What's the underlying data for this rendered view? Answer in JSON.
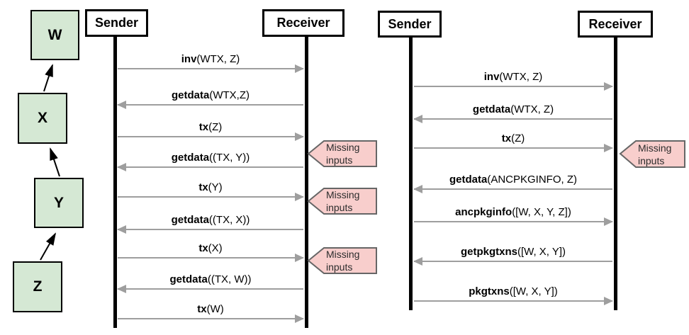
{
  "colors": {
    "tx_box_fill": "#d5e8d4",
    "callout_fill": "#f8cecc",
    "callout_border": "#666666",
    "message_arrow": "#9e9e9e",
    "line_black": "#000000"
  },
  "tx_chain": {
    "nodes": [
      {
        "label": "W"
      },
      {
        "label": "X"
      },
      {
        "label": "Y"
      },
      {
        "label": "Z"
      }
    ]
  },
  "callout_text": {
    "line1": "Missing",
    "line2": "inputs"
  },
  "left": {
    "sender_label": "Sender",
    "receiver_label": "Receiver",
    "messages": [
      {
        "name": "inv",
        "args": "(WTX, Z)",
        "direction": "right"
      },
      {
        "name": "getdata",
        "args": "(WTX,Z)",
        "direction": "left"
      },
      {
        "name": "tx",
        "args": "(Z)",
        "direction": "right"
      },
      {
        "name": "getdata",
        "args": "((TX, Y))",
        "direction": "left"
      },
      {
        "name": "tx",
        "args": "(Y)",
        "direction": "right"
      },
      {
        "name": "getdata",
        "args": "((TX, X))",
        "direction": "left"
      },
      {
        "name": "tx",
        "args": "(X)",
        "direction": "right"
      },
      {
        "name": "getdata",
        "args": "((TX, W))",
        "direction": "left"
      },
      {
        "name": "tx",
        "args": "(W)",
        "direction": "right"
      }
    ]
  },
  "right": {
    "sender_label": "Sender",
    "receiver_label": "Receiver",
    "messages": [
      {
        "name": "inv",
        "args": "(WTX, Z)",
        "direction": "right"
      },
      {
        "name": "getdata",
        "args": "(WTX, Z)",
        "direction": "left"
      },
      {
        "name": "tx",
        "args": "(Z)",
        "direction": "right"
      },
      {
        "name": "getdata",
        "args": "(ANCPKGINFO, Z)",
        "direction": "left"
      },
      {
        "name": "ancpkginfo",
        "args": "([W, X, Y, Z])",
        "direction": "right"
      },
      {
        "name": "getpkgtxns",
        "args": "([W, X, Y])",
        "direction": "left"
      },
      {
        "name": "pkgtxns",
        "args": "([W, X, Y])",
        "direction": "right"
      }
    ]
  }
}
